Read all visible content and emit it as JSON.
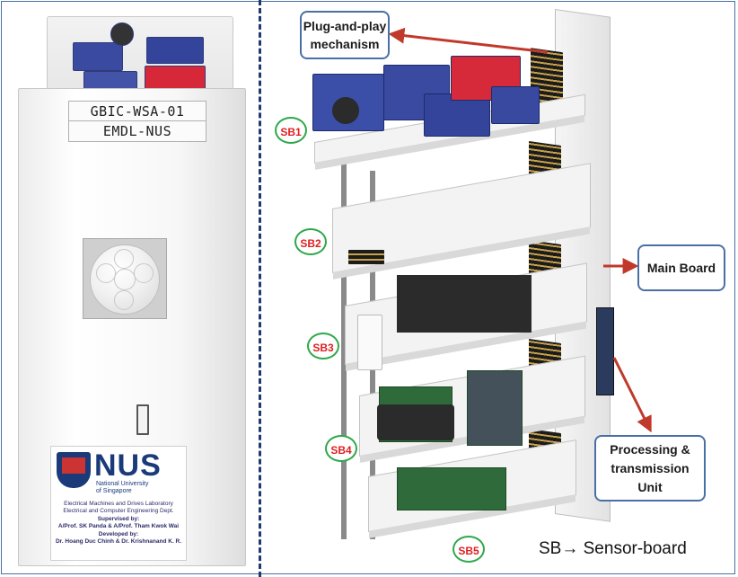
{
  "left_photo": {
    "label_1": "GBIC-WSA-01",
    "label_2": "EMDL-NUS",
    "sticker": {
      "logo_text": "NUS",
      "university_line_1": "National University",
      "university_line_2": "of Singapore",
      "credit_lines": [
        "Electrical Machines and Drives Laboratory",
        "Electrical and Computer Engineering Dept.",
        "Supervised by:",
        "A/Prof. SK Panda & A/Prof. Tham Kwok Wai",
        "Developed by:",
        "Dr. Hoang Duc Chinh & Dr. Krishnanand K. R."
      ]
    }
  },
  "annotations": {
    "plug_and_play_line_1": "Plug-and-play",
    "plug_and_play_line_2": "mechanism",
    "main_board": "Main Board",
    "processing_line_1": "Processing &",
    "processing_line_2": "transmission",
    "processing_line_3": "Unit",
    "sb_labels": [
      "SB1",
      "SB2",
      "SB3",
      "SB4",
      "SB5"
    ],
    "legend_prefix": "SB",
    "legend_arrow": "→",
    "legend_suffix": " Sensor-board"
  },
  "colors": {
    "callout_border": "#4a6fa5",
    "arrow": "#c0392b",
    "sb_circle_border": "#2ea84a",
    "sb_text": "#e02020",
    "divider": "#1f3a6e"
  }
}
